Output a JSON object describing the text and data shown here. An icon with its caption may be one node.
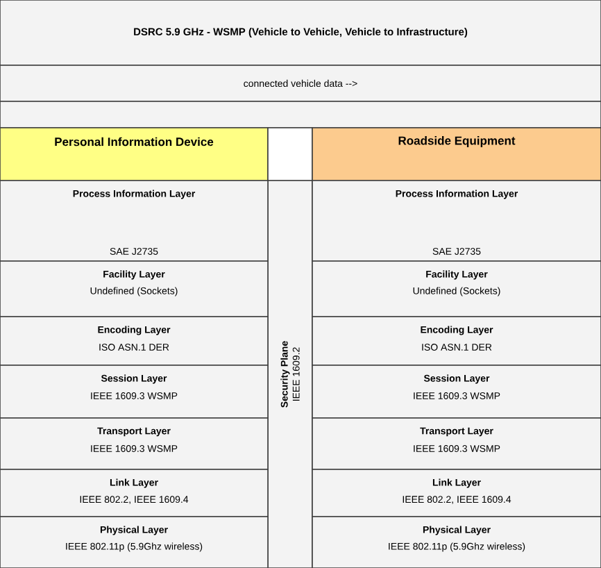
{
  "diagram": {
    "nodes": [
      {
        "text": [
          "DSRC 5.9 GHz - WSMP (Vehicle to Vehicle, Vehicle to Infrastructure)"
        ]
      },
      {
        "text": [
          "connected vehicle data  -->"
        ]
      },
      {
        "text": [],
        "shape": "box"
      },
      {
        "text": [
          "Personal Information Device"
        ]
      },
      {
        "text": [],
        "shape": "box"
      },
      {
        "text": [
          "Roadside Equipment"
        ]
      },
      {
        "text": [
          "Security Plane",
          "IEEE 1609.2"
        ]
      },
      {
        "text": [
          "Process Information Layer",
          "SAE J2735"
        ]
      },
      {
        "text": [
          "Facility Layer",
          "Undefined (Sockets)"
        ]
      },
      {
        "text": [
          "Encoding Layer",
          "ISO ASN.1 DER"
        ]
      },
      {
        "text": [
          "Session Layer",
          "IEEE 1609.3 WSMP"
        ]
      },
      {
        "text": [
          "Transport Layer",
          "IEEE 1609.3 WSMP"
        ]
      },
      {
        "text": [
          "Link Layer",
          "IEEE 802.2, IEEE 1609.4"
        ]
      },
      {
        "text": [
          "Physical Layer",
          "IEEE 802.11p (5.9Ghz wireless)"
        ]
      },
      {
        "text": [
          "Process Information Layer",
          "SAE J2735"
        ]
      },
      {
        "text": [
          "Facility Layer",
          "Undefined (Sockets)"
        ]
      },
      {
        "text": [
          "Encoding Layer",
          "ISO ASN.1 DER"
        ]
      },
      {
        "text": [
          "Session Layer",
          "IEEE 1609.3 WSMP"
        ]
      },
      {
        "text": [
          "Transport Layer",
          "IEEE 1609.3 WSMP"
        ]
      },
      {
        "text": [
          "Link Layer",
          "IEEE 802.2, IEEE 1609.4"
        ]
      },
      {
        "text": [
          "Physical Layer",
          "IEEE 802.11p (5.9Ghz wireless)"
        ]
      }
    ]
  }
}
